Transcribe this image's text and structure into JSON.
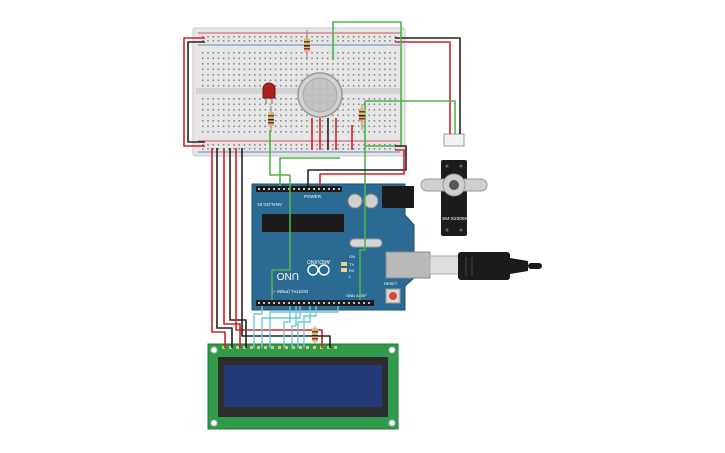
{
  "board": {
    "digital_label": "DIGITAL (PWM ~)",
    "analog_label": "ANALOG IN",
    "power_label": "POWER",
    "brand_label": "ARDUINO",
    "model_label": "UNO",
    "tx_label": "TX",
    "rx_label": "RX",
    "on_label": "ON",
    "l_label": "L",
    "reset_label": "RESET",
    "aref_label": "AREF",
    "gnd_label": "GND"
  },
  "servo": {
    "model_label": "SM-S2309S"
  },
  "colors": {
    "board_blue": "#2b6a93",
    "breadboard": "#e7e7e7",
    "wire_red": "#d0202a",
    "wire_black": "#222222",
    "wire_green": "#4cb54a",
    "wire_cyan": "#6cc6d8",
    "lcd_green": "#2f9b4b",
    "lcd_screen": "#243a78"
  },
  "icons": {
    "usb": "usb-cable-icon",
    "led": "red-led-icon",
    "sensor": "gas-sensor-icon"
  }
}
